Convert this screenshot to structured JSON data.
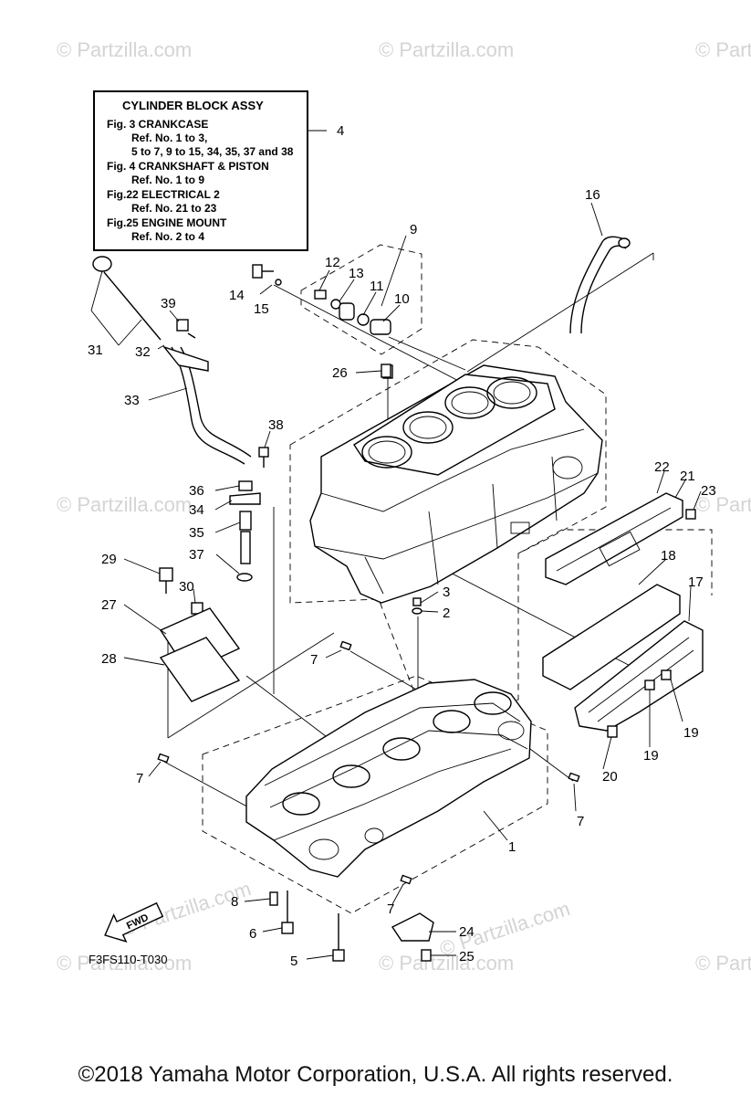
{
  "watermark": "© Partzilla.com",
  "legend_box": {
    "title": "CYLINDER BLOCK ASSY",
    "lines": [
      "Fig.  3 CRANKCASE",
      "Ref. No. 1 to 3,",
      "5 to 7, 9 to 15, 34, 35, 37 and 38",
      "Fig.  4 CRANKSHAFT & PISTON",
      "Ref. No. 1 to 9",
      "Fig.22 ELECTRICAL 2",
      "Ref. No. 21 to 23",
      "Fig.25 ENGINE MOUNT",
      "Ref. No. 2 to 4"
    ]
  },
  "callouts": {
    "c1": "1",
    "c2": "2",
    "c3": "3",
    "c4": "4",
    "c5": "5",
    "c6": "6",
    "c7a": "7",
    "c7b": "7",
    "c7c": "7",
    "c7d": "7",
    "c8": "8",
    "c9": "9",
    "c10": "10",
    "c11": "11",
    "c12": "12",
    "c13": "13",
    "c14": "14",
    "c15": "15",
    "c16": "16",
    "c17": "17",
    "c18": "18",
    "c19a": "19",
    "c19b": "19",
    "c20": "20",
    "c21": "21",
    "c22": "22",
    "c23": "23",
    "c24": "24",
    "c25": "25",
    "c26": "26",
    "c27": "27",
    "c28": "28",
    "c29": "29",
    "c30": "30",
    "c31": "31",
    "c32": "32",
    "c33": "33",
    "c34": "34",
    "c35": "35",
    "c36": "36",
    "c37": "37",
    "c38": "38",
    "c39": "39"
  },
  "fwd_label": "FWD",
  "drawing_code": "F3FS110-T030",
  "copyright": "©2018  Yamaha Motor Corporation, U.S.A. All rights reserved."
}
